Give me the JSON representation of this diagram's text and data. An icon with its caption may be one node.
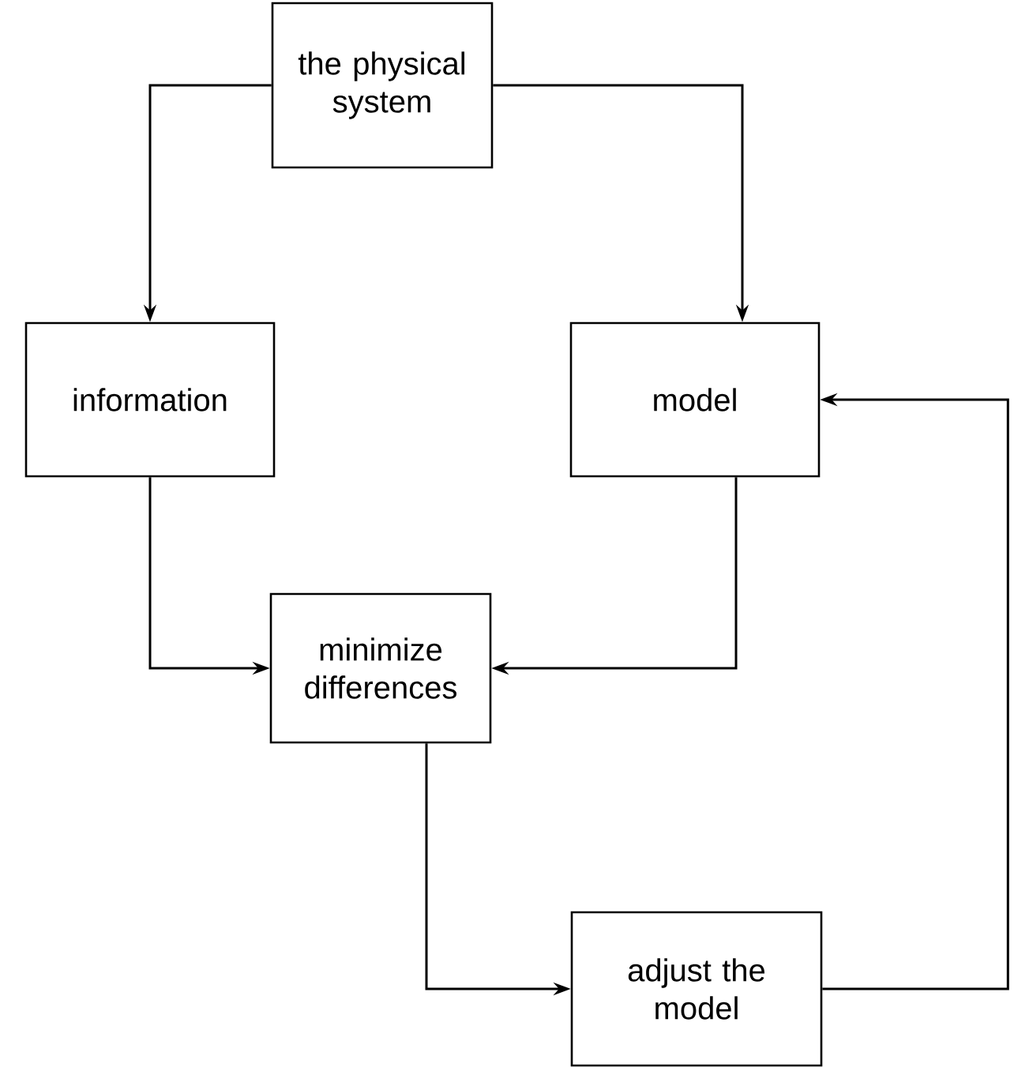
{
  "diagram": {
    "nodes": [
      {
        "text": [
          "the physical system"
        ]
      },
      {
        "text": [
          "information"
        ]
      },
      {
        "text": [
          "model"
        ]
      },
      {
        "text": [
          "minimize differences"
        ]
      },
      {
        "text": [
          "adjust the model"
        ]
      }
    ],
    "edges": [
      {
        "from": 0,
        "to": 1,
        "arrow": "to"
      },
      {
        "from": 0,
        "to": 2,
        "arrow": "to"
      },
      {
        "from": 1,
        "to": 3,
        "arrow": "to"
      },
      {
        "from": 2,
        "to": 3,
        "arrow": "to"
      },
      {
        "from": 3,
        "to": 4,
        "arrow": "to"
      },
      {
        "from": 4,
        "to": 2,
        "arrow": "to"
      }
    ]
  }
}
